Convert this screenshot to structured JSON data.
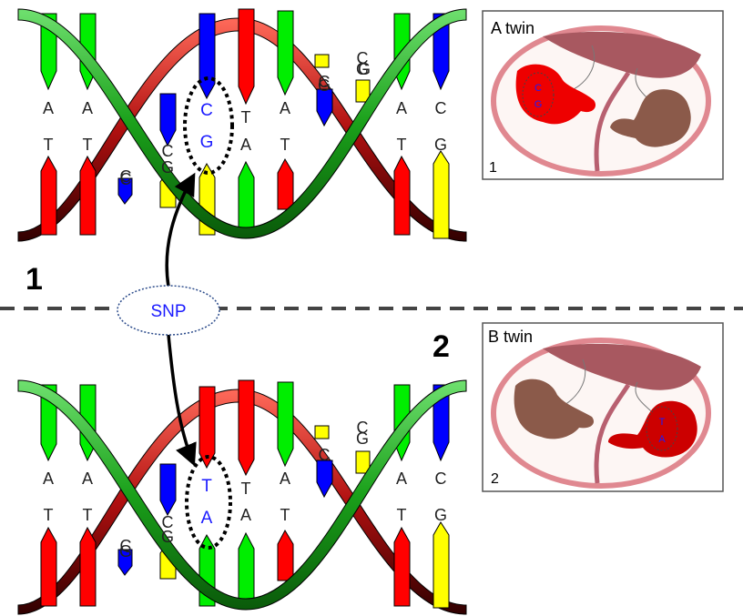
{
  "panel1": {
    "number": "1",
    "top_letters": [
      "A",
      "A",
      "C",
      "T",
      "A",
      "A",
      "C"
    ],
    "bottom_letters": [
      "T",
      "T",
      "C",
      "G",
      "G",
      "A",
      "T",
      "T",
      "G"
    ],
    "back_letters": [
      "C",
      "G",
      "C",
      "C",
      "G"
    ],
    "snp_pair": [
      "C",
      "G"
    ]
  },
  "panel2": {
    "number": "2",
    "top_letters": [
      "A",
      "A",
      "T",
      "A",
      "A",
      "C"
    ],
    "bottom_letters": [
      "T",
      "T",
      "C",
      "G",
      "A",
      "T",
      "T",
      "G"
    ],
    "back_letters": [
      "C",
      "G",
      "C",
      "C",
      "G"
    ],
    "snp_pair": [
      "T",
      "A"
    ]
  },
  "snp_label": "SNP",
  "twin_a": {
    "title": "A twin",
    "number": "1",
    "pair": [
      "C",
      "G"
    ]
  },
  "twin_b": {
    "title": "B twin",
    "number": "2",
    "pair": [
      "T",
      "A"
    ]
  },
  "colors": {
    "adenine": "#00ee00",
    "thymine": "#ff0000",
    "cytosine": "#0000ff",
    "guanine": "#ffff00",
    "strand_green": "#1a9a1a",
    "strand_red": "#c01010",
    "highlight_text": "#1a1aff",
    "fetus_highlight": "#ee0000",
    "fetus_other": "#8b5a4a"
  }
}
